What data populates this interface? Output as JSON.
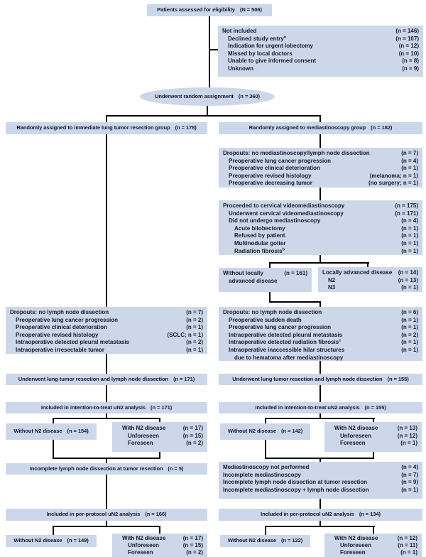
{
  "colors": {
    "box_fill": "#ccd8e9",
    "line": "#000000",
    "text": "#17172e",
    "background": "#ffffff"
  },
  "nodes": {
    "eligibility": {
      "label": "Patients assessed for eligibility",
      "value": "(N = 506)"
    },
    "not_included": {
      "rows": [
        {
          "label": "Not included",
          "value": "(n = 146)"
        },
        {
          "label": "Declined study entry",
          "sup": "a",
          "value": "(n = 107)"
        },
        {
          "label": "Indication for urgent lobectomy",
          "value": "(n = 12)"
        },
        {
          "label": "Missed by local doctors",
          "value": "(n = 10)"
        },
        {
          "label": "Unable to give informed consent",
          "value": "(n = 8)"
        },
        {
          "label": "Unknown",
          "value": "(n = 9)"
        }
      ]
    },
    "random": {
      "label": "Underwent random assignment",
      "value": "(n = 360)"
    },
    "left_group": {
      "label": "Randomly assigned to immediate lung tumor resection group",
      "value": "(n = 178)"
    },
    "right_group": {
      "label": "Randomly assigned to mediastinoscopy group",
      "value": "(n = 182)"
    },
    "r_drop1": {
      "rows": [
        {
          "label": "Dropouts: no mediastinoscopy/lymph node dissection",
          "value": "(n = 7)"
        },
        {
          "label": "Preoperative lung cancer progression",
          "value": "(n = 4)"
        },
        {
          "label": "Preoperative clinical deterioration",
          "value": "(n = 1)"
        },
        {
          "label": "Preoperative revised histology",
          "value": "(melanoma; n = 1)"
        },
        {
          "label": "Preoperative decreasing tumor",
          "value": "(no surgery; n = 1)"
        }
      ]
    },
    "proceeded": {
      "rows": [
        {
          "label": "Proceeded to cervical videomediastinoscopy",
          "value": "(n = 175)"
        },
        {
          "label": "Underwent cervical videomediastinoscopy",
          "value": "(n = 171)"
        },
        {
          "label": "Did not undergo mediastinoscopy",
          "value": "(n = 4)"
        },
        {
          "label": "Acute bilobectomy",
          "value": "(n = 1)"
        },
        {
          "label": "Refused by patient",
          "value": "(n = 1)"
        },
        {
          "label": "Multinodular goiter",
          "value": "(n = 1)"
        },
        {
          "label": "Radiation fibrosis",
          "sup": "b",
          "value": "(n = 1)"
        }
      ]
    },
    "without_locally": {
      "line1": "Without locally",
      "line2": "advanced disease",
      "value": "(n = 161)"
    },
    "locally": {
      "rows": [
        {
          "label": "Locally advanced disease",
          "value": "(n = 14)"
        },
        {
          "label": "N2",
          "value": "(n = 13)"
        },
        {
          "label": "N3",
          "value": "(n = 1)"
        }
      ]
    },
    "l_drop": {
      "rows": [
        {
          "label": "Dropouts: no lymph node dissection",
          "value": "(n = 7)"
        },
        {
          "label": "Preoperative lung cancer progression",
          "value": "(n = 2)"
        },
        {
          "label": "Preoperative clinical deterioration",
          "value": "(n = 1)"
        },
        {
          "label": "Preoperative revised histology",
          "value": "(SCLC; n = 1)"
        },
        {
          "label": "Intraoperative detected pleural metastasis",
          "value": "(n = 2)"
        },
        {
          "label": "Intraoperative irresectable tumor",
          "value": "(n = 1)"
        }
      ]
    },
    "r_drop2": {
      "rows": [
        {
          "label": "Dropouts: no lymph node dissection",
          "value": "(n = 6)"
        },
        {
          "label": "Preoperative sudden death",
          "value": "(n = 1)"
        },
        {
          "label": "Preoperative lung cancer progression",
          "value": "(n = 1)"
        },
        {
          "label": "Intraoperative detected pleural metastasis",
          "value": "(n = 2)"
        },
        {
          "label": "Intraoperative detected radiation fibrosis",
          "sup": "c",
          "value": "(n = 1)"
        },
        {
          "label": "Intraoperative inaccessible hilar structures",
          "value": "(n = 1)"
        },
        {
          "label": "due to hematoma after mediastinoscopy",
          "value": ""
        }
      ]
    },
    "l_underwent": {
      "label": "Underwent lung tumor resection and lymph node dissection",
      "value": "(n = 171)"
    },
    "r_underwent": {
      "label": "Underwent lung tumor resection and lymph node dissection",
      "value": "(n = 155)"
    },
    "l_itt": {
      "label": "Included in intention-to-treat uN2 analysis",
      "value": "(n = 171)"
    },
    "r_itt": {
      "label": "Included in intention-to-treat uN2 analysis",
      "value": "(n = 155)"
    },
    "l_itt_without": {
      "label": "Without N2 disease",
      "value": "(n = 154)"
    },
    "l_itt_with": {
      "rows": [
        {
          "label": "With N2 disease",
          "value": "(n = 17)"
        },
        {
          "label": "Unforeseen",
          "value": "(n = 15)"
        },
        {
          "label": "Foreseen",
          "value": "(n = 2)"
        }
      ]
    },
    "r_itt_without": {
      "label": "Without N2 disease",
      "value": "(n = 142)"
    },
    "r_itt_with": {
      "rows": [
        {
          "label": "With N2 disease",
          "value": "(n = 13)"
        },
        {
          "label": "Unforeseen",
          "value": "(n = 12)"
        },
        {
          "label": "Foreseen",
          "value": "(n = 1)"
        }
      ]
    },
    "l_excl": {
      "label": "Incomplete lymph node dissection at tumor resection",
      "value": "(n = 5)"
    },
    "r_excl": {
      "rows": [
        {
          "label": "Mediastinoscopy not performed",
          "value": "(n = 4)"
        },
        {
          "label": "Incomplete mediastinoscopy",
          "value": "(n = 7)"
        },
        {
          "label": "Incomplete lymph node dissection at tumor resection",
          "value": "(n = 9)"
        },
        {
          "label": "Incomplete mediastinoscopy + lymph node dissection",
          "value": "(n = 1)"
        }
      ]
    },
    "l_pp": {
      "label": "Included in per-protocol uN2 analysis",
      "value": "(n = 166)"
    },
    "r_pp": {
      "label": "Included in per-protocol uN2 analysis",
      "value": "(n = 134)"
    },
    "l_pp_without": {
      "label": "Without N2 disease",
      "value": "(n = 149)"
    },
    "l_pp_with": {
      "rows": [
        {
          "label": "With N2 disease",
          "value": "(n = 17)"
        },
        {
          "label": "Unforeseen",
          "value": "(n = 15)"
        },
        {
          "label": "Foreseen",
          "value": "(n = 2)"
        }
      ]
    },
    "r_pp_without": {
      "label": "Without N2 disease",
      "value": "(n = 122)"
    },
    "r_pp_with": {
      "rows": [
        {
          "label": "With N2 disease",
          "value": "(n = 12)"
        },
        {
          "label": "Unforeseen",
          "value": "(n = 11)"
        },
        {
          "label": "Foreseen",
          "value": "(n = 1)"
        }
      ]
    }
  }
}
